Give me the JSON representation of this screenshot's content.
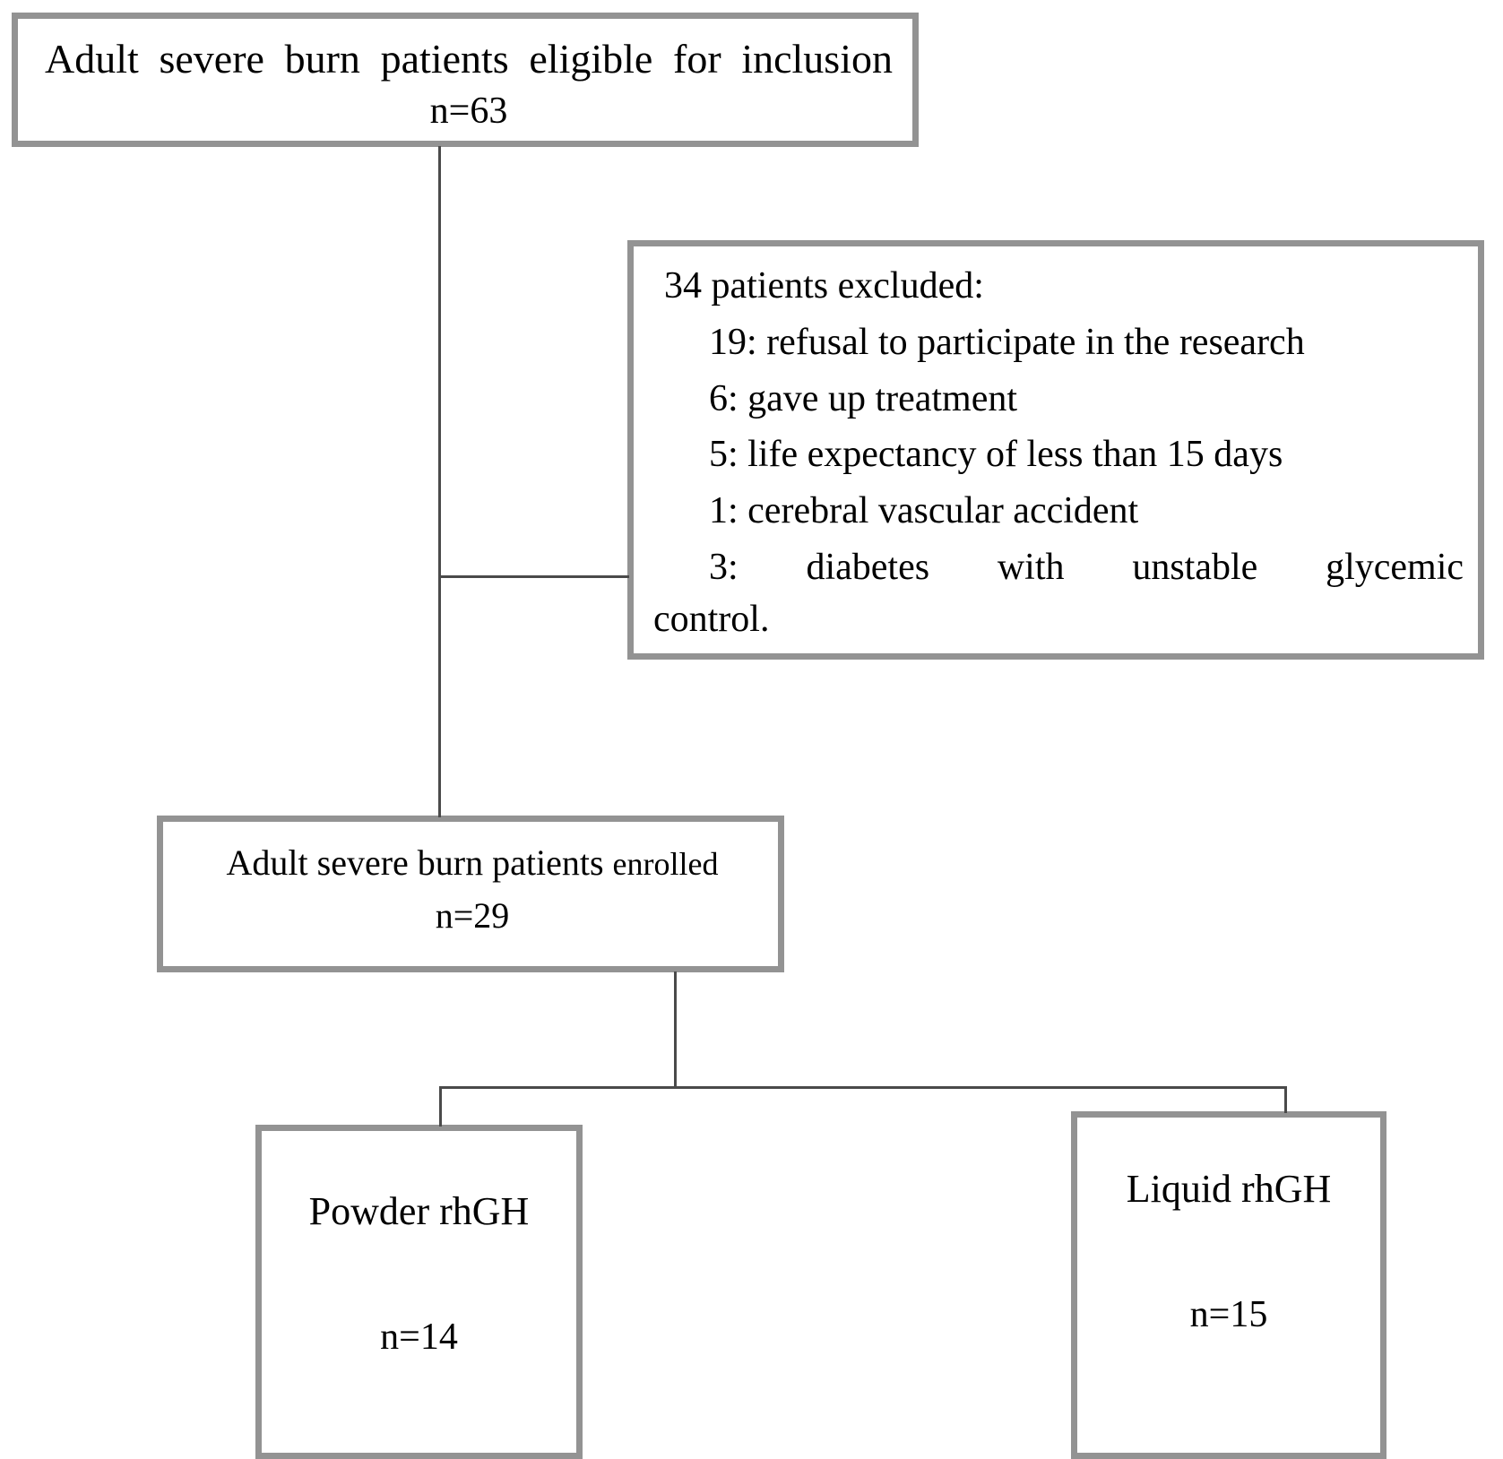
{
  "diagram": {
    "type": "flowchart",
    "title": "CONSORT-style patient enrollment flow diagram",
    "colors": {
      "box_border": "#939393",
      "connector": "#4a4a4a",
      "background": "#ffffff",
      "text": "#000000"
    },
    "nodes": {
      "eligible": {
        "id": "adult-severe-burn-eligible",
        "label": "Adult severe burn patients eligible for inclusion",
        "count_label": "n=63",
        "count": 63
      },
      "excluded": {
        "id": "patients-excluded",
        "heading": "34 patients excluded:",
        "total_excluded": 34,
        "reasons": [
          {
            "count": 19,
            "text": "19: refusal to participate in the research"
          },
          {
            "count": 6,
            "text": "6: gave up treatment"
          },
          {
            "count": 5,
            "text": "5: life expectancy of less than 15 days"
          },
          {
            "count": 1,
            "text": "1: cerebral vascular accident"
          },
          {
            "count": 3,
            "text": "3: diabetes with unstable glycemic"
          }
        ],
        "continuation": "control."
      },
      "enrolled": {
        "id": "adult-severe-burn-enrolled",
        "label_main": "Adult severe burn patients ",
        "label_small": "enrolled",
        "count_label": "n=29",
        "count": 29
      },
      "arm_powder": {
        "id": "powder-rhgh",
        "label": "Powder rhGH",
        "count_label": "n=14",
        "count": 14
      },
      "arm_liquid": {
        "id": "liquid-rhgh",
        "label": "Liquid rhGH",
        "count_label": "n=15",
        "count": 15
      }
    },
    "edges": [
      {
        "from": "eligible",
        "to": "excluded",
        "style": "elbow"
      },
      {
        "from": "eligible",
        "to": "enrolled",
        "style": "straight"
      },
      {
        "from": "enrolled",
        "to": "arm_powder",
        "style": "split"
      },
      {
        "from": "enrolled",
        "to": "arm_liquid",
        "style": "split"
      }
    ]
  }
}
